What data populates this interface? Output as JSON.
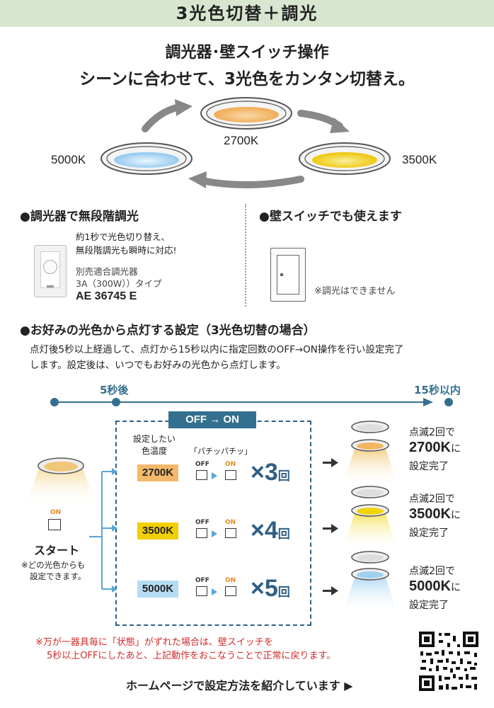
{
  "header": {
    "title": "3光色切替＋調光"
  },
  "intro": {
    "subtitle": "調光器･壁スイッチ操作",
    "tagline": "シーンに合わせて、3光色をカンタン切替え。"
  },
  "cycle": {
    "top": "2700K",
    "right": "3500K",
    "left": "5000K"
  },
  "dimmer": {
    "heading": "●調光器で無段階調光",
    "note1": "約1秒で光色切り替え、",
    "note2": "無段階調光も瞬時に対応!",
    "spec1": "別売適合調光器",
    "spec2": "3A（300W））タイプ",
    "model": "AE 36745 E"
  },
  "wall": {
    "heading": "●壁スイッチでも使えます",
    "note": "※調光はできません"
  },
  "favorite": {
    "heading": "●お好みの光色から点灯する設定（3光色切替の場合）",
    "desc1": "点灯後5秒以上経過して、点灯から15秒以内に指定回数のOFF→ON操作を行い設定完了",
    "desc2": "します。設定後は、いつでもお好みの光色から点灯します。"
  },
  "timeline": {
    "t1": "5秒後",
    "t2": "15秒以内"
  },
  "procedure": {
    "offon": "OFF → ON",
    "col1_a": "設定したい",
    "col1_b": "色温度",
    "col2": "「パチッパチッ」",
    "off": "OFF",
    "on": "ON",
    "times_prefix": "×",
    "times_suffix": "回",
    "rows": [
      {
        "k": "2700K",
        "count": "3",
        "result_pre": "点滅2回で",
        "result_k": "2700K",
        "result_ni": "に",
        "result_post": "設定完了"
      },
      {
        "k": "3500K",
        "count": "4",
        "result_pre": "点滅2回で",
        "result_k": "3500K",
        "result_ni": "に",
        "result_post": "設定完了"
      },
      {
        "k": "5000K",
        "count": "5",
        "result_pre": "点滅2回で",
        "result_k": "5000K",
        "result_ni": "に",
        "result_post": "設定完了"
      }
    ]
  },
  "start": {
    "on": "ON",
    "label": "スタート",
    "note1": "※どの光色からも",
    "note2": "設定できます。"
  },
  "warning": {
    "line1": "※万が一器具毎に「状態」がずれた場合は、壁スイッチを",
    "line2": "5秒以上OFFにしたあと、上記動作をおこなうことで正常に戻ります。"
  },
  "footer": {
    "link": "ホームページで設定方法を紹介しています ▶"
  },
  "colors": {
    "warm": "#f2b360",
    "mid": "#f2cf00",
    "cool": "#a9d6f2",
    "accent": "#33708f",
    "warning": "#d12a2a"
  }
}
